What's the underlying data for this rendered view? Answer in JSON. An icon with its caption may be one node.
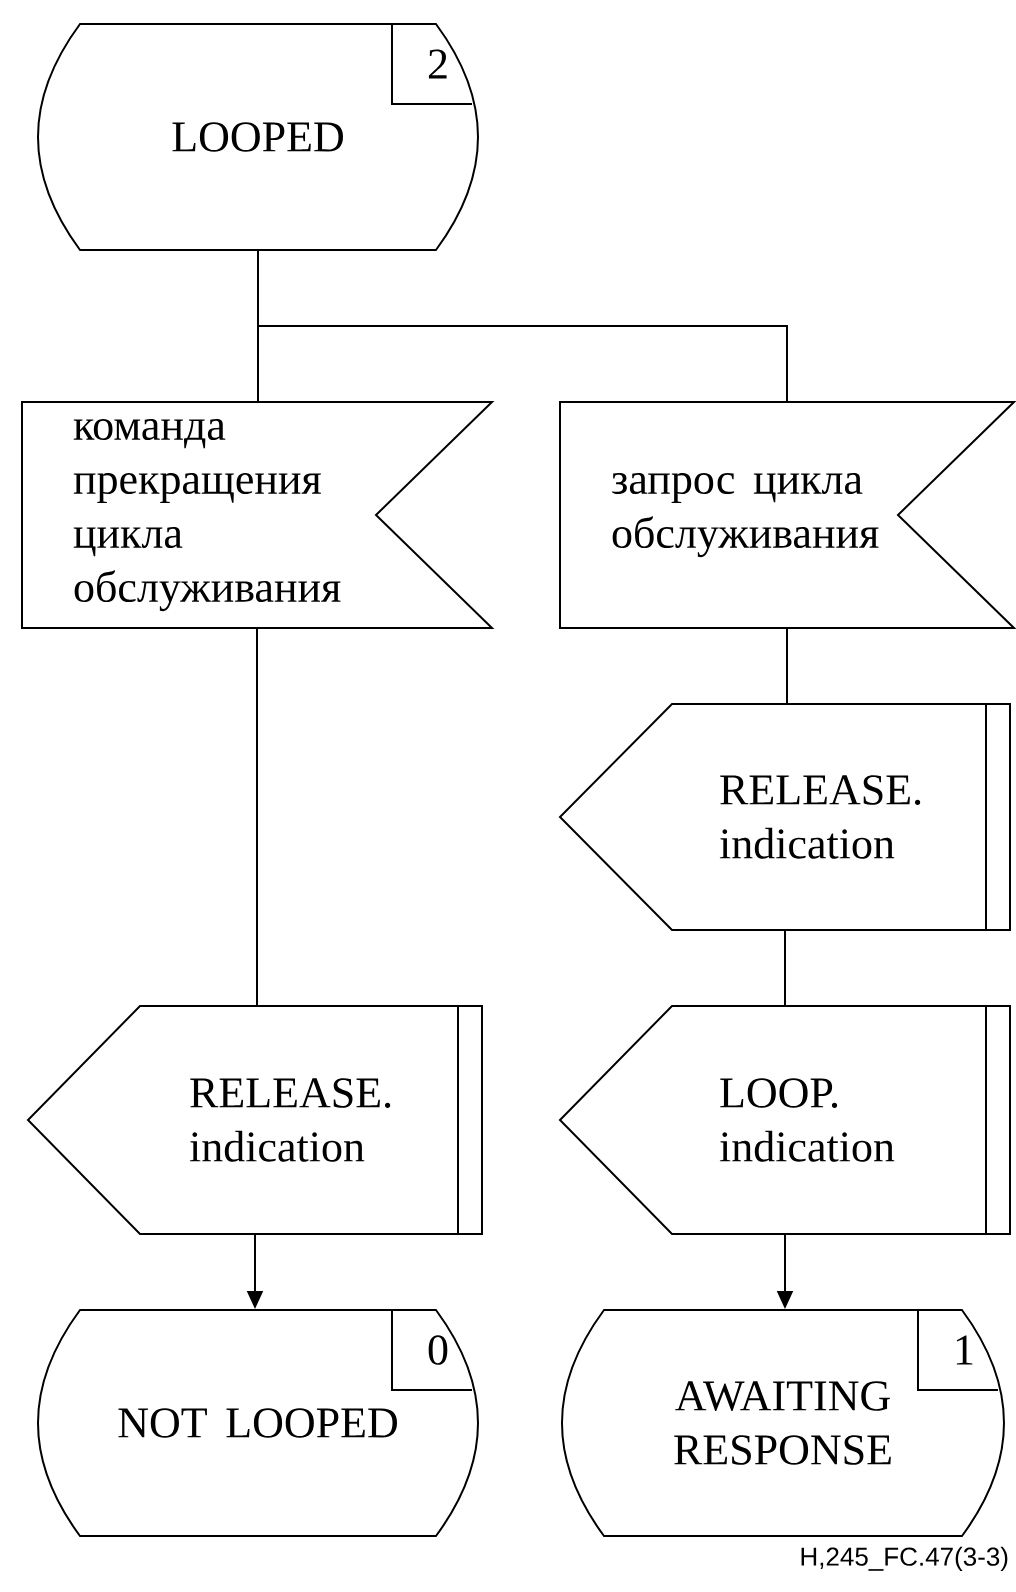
{
  "diagram": {
    "nodes": [
      {
        "text": [
          "LOOPED",
          "2"
        ]
      },
      {
        "text": [
          "команда прекращения цикла обслуживания"
        ]
      },
      {
        "text": [
          "запрос цикла обслуживания"
        ]
      },
      {
        "text": [
          "RELEASE. indication"
        ]
      },
      {
        "text": [
          "RELEASE. indication"
        ]
      },
      {
        "text": [
          "LOOP. indication"
        ]
      },
      {
        "text": [
          "NOT LOOPED",
          "0"
        ]
      },
      {
        "text": [
          "AWAITING RESPONSE",
          "1"
        ]
      }
    ],
    "edges": [
      {
        "from": 0,
        "to": 1,
        "arrow": "none"
      },
      {
        "from": 0,
        "to": 2,
        "arrow": "none"
      },
      {
        "from": 2,
        "to": 3,
        "arrow": "none"
      },
      {
        "from": 1,
        "to": 4,
        "arrow": "none"
      },
      {
        "from": 3,
        "to": 5,
        "arrow": "none"
      },
      {
        "from": 4,
        "to": 6,
        "arrow": "to"
      },
      {
        "from": 5,
        "to": 7,
        "arrow": "to"
      }
    ],
    "labels": [
      "H,245_FC.47(3-3)"
    ]
  }
}
